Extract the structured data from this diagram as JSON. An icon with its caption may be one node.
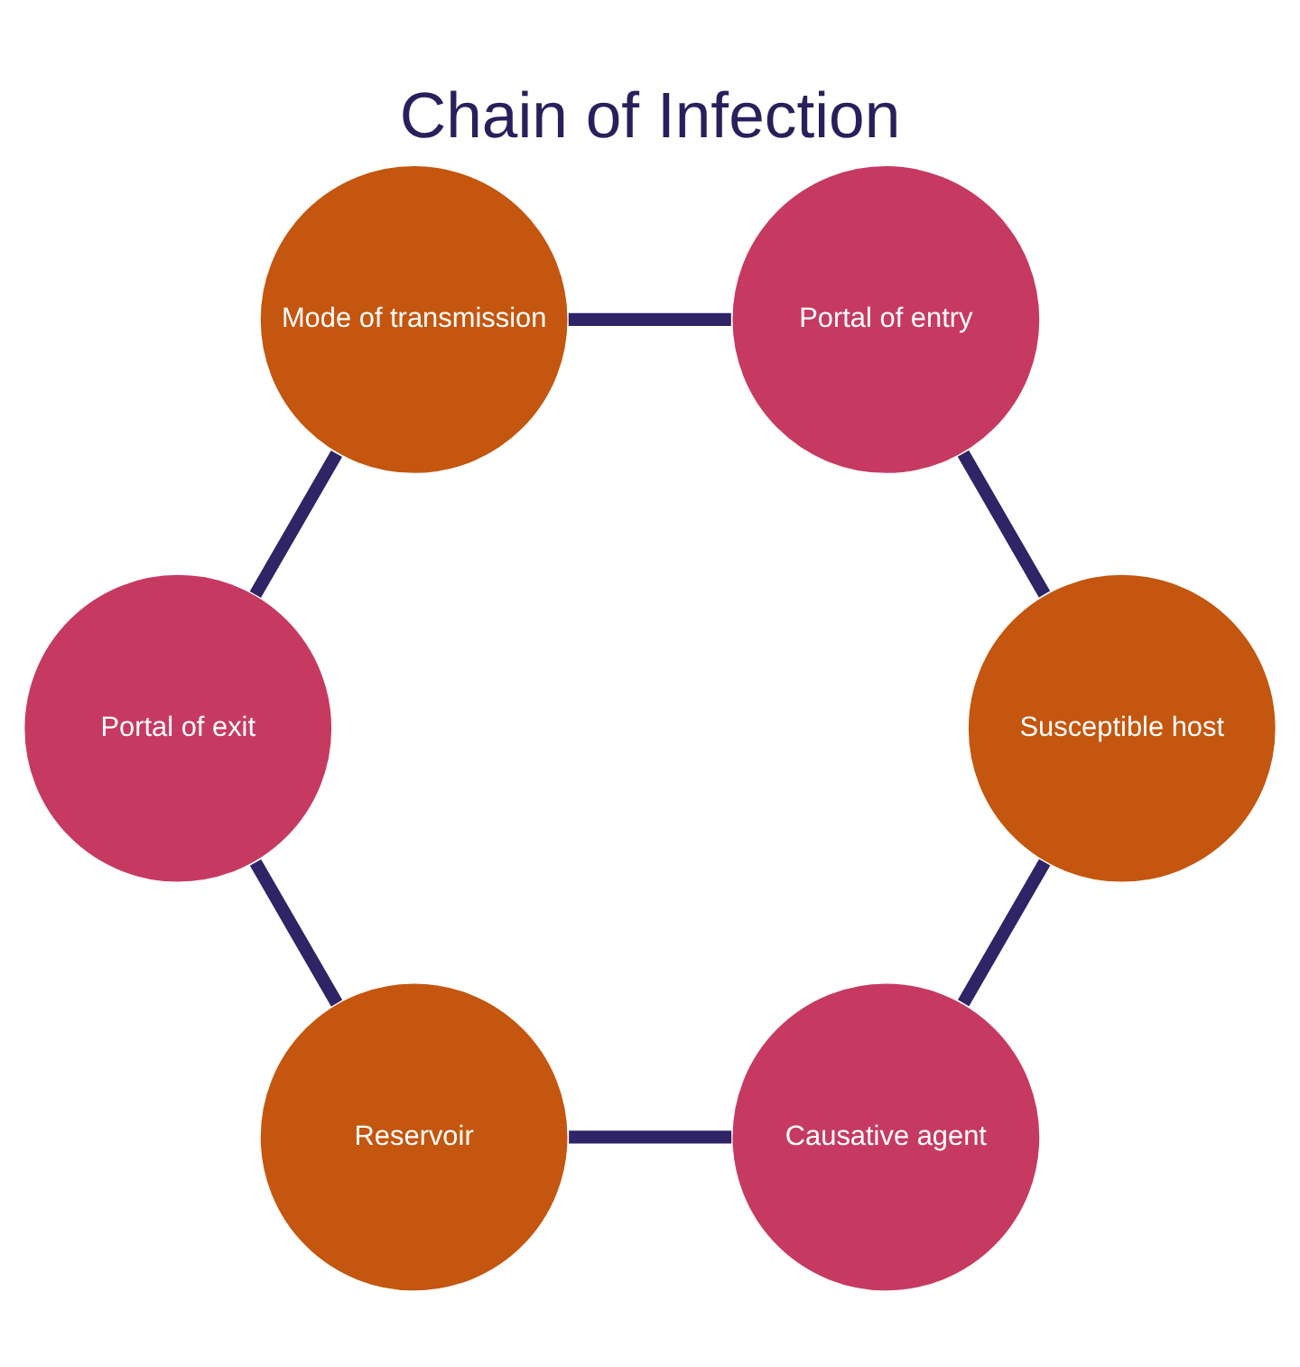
{
  "diagram": {
    "title": "Chain of Infection",
    "nodes": [
      {
        "text": [
          "Causative agent"
        ]
      },
      {
        "text": [
          "Susceptible host"
        ]
      },
      {
        "text": [
          "Reservoir"
        ]
      },
      {
        "text": [
          "Portal of entry"
        ]
      },
      {
        "text": [
          "Portal of exit"
        ]
      },
      {
        "text": [
          "Mode of transmission"
        ]
      }
    ],
    "edges": [
      {
        "from": 0,
        "to": 2,
        "arrow": "none"
      },
      {
        "from": 2,
        "to": 4,
        "arrow": "none"
      },
      {
        "from": 4,
        "to": 5,
        "arrow": "none"
      },
      {
        "from": 5,
        "to": 3,
        "arrow": "none"
      },
      {
        "from": 3,
        "to": 1,
        "arrow": "none"
      },
      {
        "from": 1,
        "to": 0,
        "arrow": "none"
      }
    ]
  }
}
